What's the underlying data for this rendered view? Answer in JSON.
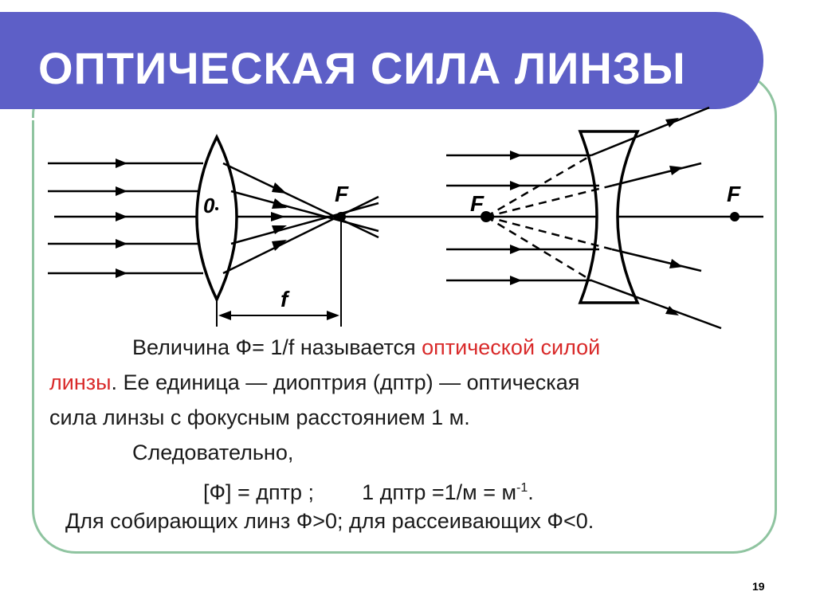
{
  "title": "ОПТИЧЕСКАЯ СИЛА ЛИНЗЫ",
  "diagram": {
    "converging_center_label": "0",
    "converging_focus_label": "F",
    "focal_length_label": "f",
    "diverging_focus_left_label": "F",
    "diverging_focus_right_label": "F"
  },
  "text": {
    "line1_a": "Величина Ф= 1/f  называется ",
    "line1_red": "оптической силой",
    "line2_red": "линзы",
    "line2_b": ". Ее единица — диоптрия (дптр) — оптическая",
    "line3": "сила линзы с фокусным расстоянием 1 м.",
    "line4": "Следовательно,",
    "line5_a": "[Ф] = дптр ;",
    "line5_b": "1 дптр =1/м = м",
    "line5_sup": "-1",
    "line5_end": ".",
    "line6": "Для собирающих линз Ф>0; для рассеивающих Ф<0."
  },
  "page_number": "19",
  "colors": {
    "title_bg": "#5d5fc7",
    "frame_border": "#8fc4a0",
    "highlight": "#d92a2a"
  }
}
